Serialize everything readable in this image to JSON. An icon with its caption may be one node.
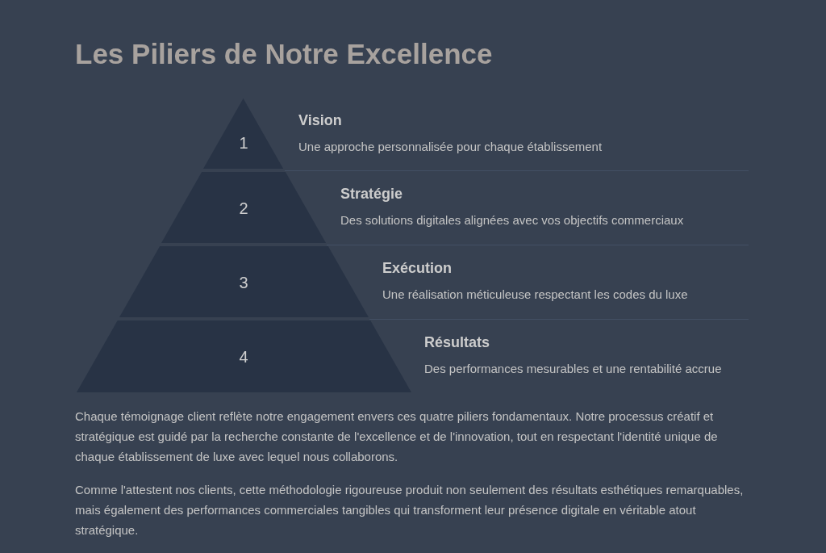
{
  "diagram": {
    "title": "Les Piliers de Notre Excellence",
    "nodes": [
      {
        "text": [
          "1"
        ],
        "beside": [
          "Vision",
          "Une approche personnalisée pour chaque établissement"
        ]
      },
      {
        "text": [
          "2"
        ],
        "beside": [
          "Stratégie",
          "Des solutions digitales alignées avec vos objectifs commerciaux"
        ]
      },
      {
        "text": [
          "3"
        ],
        "beside": [
          "Exécution",
          "Une réalisation méticuleuse respectant les codes du luxe"
        ]
      },
      {
        "text": [
          "4"
        ],
        "beside": [
          "Résultats",
          "Des performances mesurables et une rentabilité accrue"
        ]
      }
    ],
    "labels": [
      "Chaque témoignage client reflète notre engagement envers ces quatre piliers fondamentaux. Notre processus créatif et stratégique est guidé par la recherche constante de l'excellence et de l'innovation, tout en respectant l'identité unique de chaque établissement de luxe avec lequel nous collaborons.",
      "Comme l'attestent nos clients, cette méthodologie rigoureuse produit non seulement des résultats esthétiques remarquables, mais également des performances commerciales tangibles qui transforment leur présence digitale en véritable atout stratégique."
    ]
  }
}
